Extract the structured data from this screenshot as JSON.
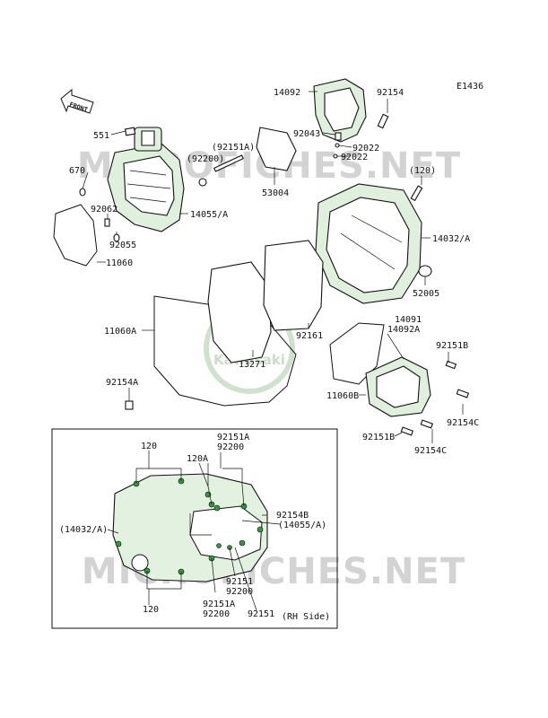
{
  "diagram_code": "E1436",
  "front_arrow": "FRONT",
  "watermark": {
    "site": "MICROFICHES.NET",
    "brand": "Kawasaki"
  },
  "labels": {
    "p551": "551",
    "p670": "670",
    "p92062": "92062",
    "p92055": "92055",
    "p11060": "11060",
    "p92151A_top": "(92151A)",
    "p92200_top": "(92200)",
    "p14055A": "14055/A",
    "p53004": "53004",
    "p14092": "14092",
    "p92154_top": "92154",
    "p92043": "92043",
    "p92022_a": "92022",
    "p92022_b": "92022",
    "p120_top": "(120)",
    "p14032A": "14032/A",
    "p52005": "52005",
    "p11060A": "11060A",
    "p92161": "92161",
    "p13271": "13271",
    "p92154A": "92154A",
    "p14091": "14091",
    "p14092A": "14092A",
    "p92151B_a": "92151B",
    "p11060B": "11060B",
    "p92154C_a": "92154C",
    "p92151B_b": "92151B",
    "p92154C_b": "92154C"
  },
  "inset": {
    "title": "(RH Side)",
    "labels": {
      "i120_top": "120",
      "i92151A": "92151A",
      "i92200": "92200",
      "i120A": "120A",
      "i14032A": "(14032/A)",
      "i92154B": "92154B",
      "i14055A": "(14055/A)",
      "i120_bottom": "120",
      "i92151_a": "92151",
      "i92200_b": "92200",
      "i92151A_b": "92151A",
      "i92200_c": "92200",
      "i92151_b": "92151"
    }
  }
}
